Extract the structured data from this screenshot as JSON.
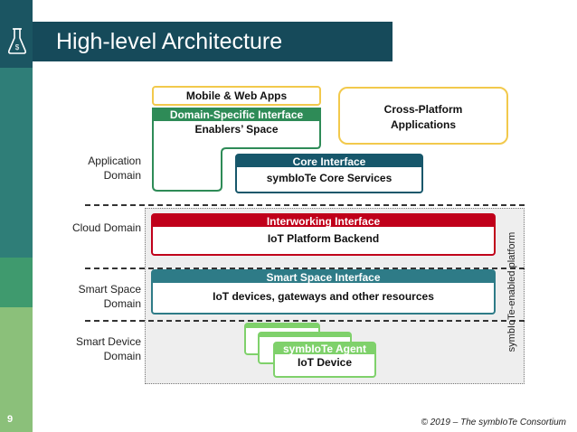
{
  "slide": {
    "title": "High-level Architecture",
    "page_number": "9",
    "footer": "© 2019 – The symbIoTe Consortium",
    "logo_icon": "flask-icon"
  },
  "domains": {
    "application": "Application Domain",
    "cloud": "Cloud Domain",
    "smart_space": "Smart Space Domain",
    "smart_device": "Smart Device Domain"
  },
  "boxes": {
    "mobile_web_apps": "Mobile & Web Apps",
    "domain_specific_interface": "Domain-Specific Interface",
    "enablers_space": "Enablers’ Space",
    "cross_platform_apps": "Cross-Platform Applications",
    "core_interface": "Core Interface",
    "core_services": "symbIoTe Core Services",
    "interworking_interface": "Interworking Interface",
    "platform_backend": "IoT Platform Backend",
    "smart_space_interface": "Smart Space Interface",
    "smart_space_resources": "IoT devices, gateways and other resources",
    "symbiote_agent": "symbIoTe Agent",
    "iot_device": "IoT Device"
  },
  "symbiote_enabled_platform": "symbIoTe-enabled platform",
  "colors": {
    "sidebar_dark": "#1b5562",
    "title_bar": "#164a5a",
    "application_green": "#2e8b57",
    "mobile_yellow": "#f2c94c",
    "core_blue": "#17576b",
    "interworking_red": "#c0001a",
    "smart_space_teal": "#2e7b87",
    "agent_green": "#7fd16b"
  }
}
